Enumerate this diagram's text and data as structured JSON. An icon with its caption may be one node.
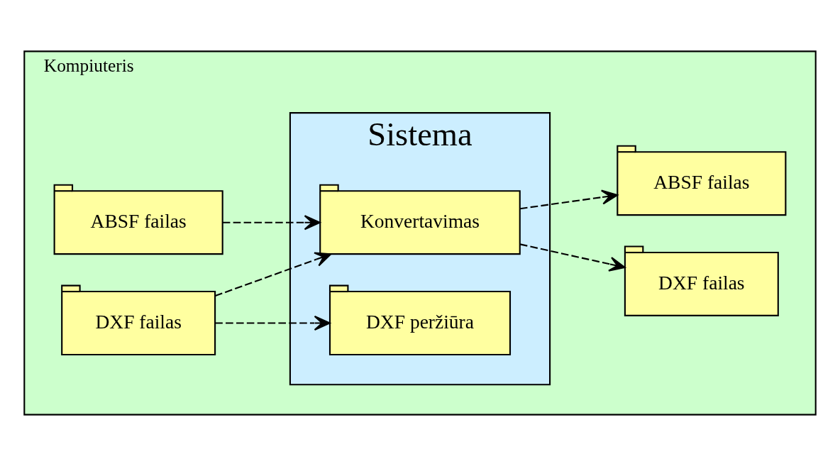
{
  "diagram": {
    "nodes": [
      {
        "text": [
          "Kompiuteris"
        ]
      },
      {
        "text": [
          "ABSF failas"
        ],
        "in": 0
      },
      {
        "text": [
          "DXF failas"
        ],
        "in": 0
      },
      {
        "text": [
          "Sistema"
        ],
        "in": 0
      },
      {
        "text": [
          "Konvertavimas"
        ],
        "in": 3
      },
      {
        "text": [
          "DXF peržiūra"
        ],
        "in": 3
      },
      {
        "text": [
          "DXF failas"
        ],
        "in": 0
      },
      {
        "text": [
          "ABSF failas"
        ],
        "in": 0
      }
    ],
    "edges": [
      {
        "from": 1,
        "to": 4,
        "arrow": "to",
        "style": "dashed"
      },
      {
        "from": 2,
        "to": 4,
        "arrow": "to",
        "style": "dashed"
      },
      {
        "from": 2,
        "to": 5,
        "arrow": "to",
        "style": "dashed"
      },
      {
        "from": 4,
        "to": 6,
        "arrow": "to",
        "style": "dashed"
      },
      {
        "from": 4,
        "to": 7,
        "arrow": "to",
        "style": "dashed"
      }
    ]
  }
}
